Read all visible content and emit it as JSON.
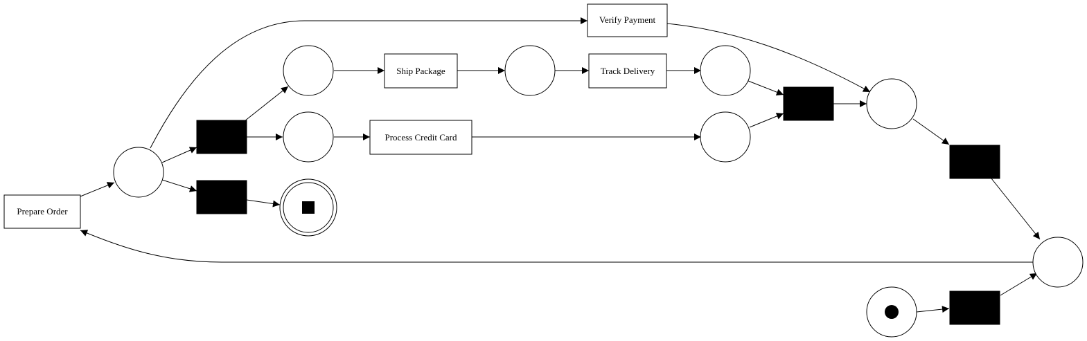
{
  "diagram": {
    "transitions": {
      "verify_payment": "Verify Payment",
      "ship_package": "Ship Package",
      "track_delivery": "Track Delivery",
      "process_credit_card": "Process Credit Card",
      "prepare_order": "Prepare Order"
    },
    "colors": {
      "stroke": "#000000",
      "fill": "#ffffff",
      "silent_transition": "#000000"
    }
  }
}
